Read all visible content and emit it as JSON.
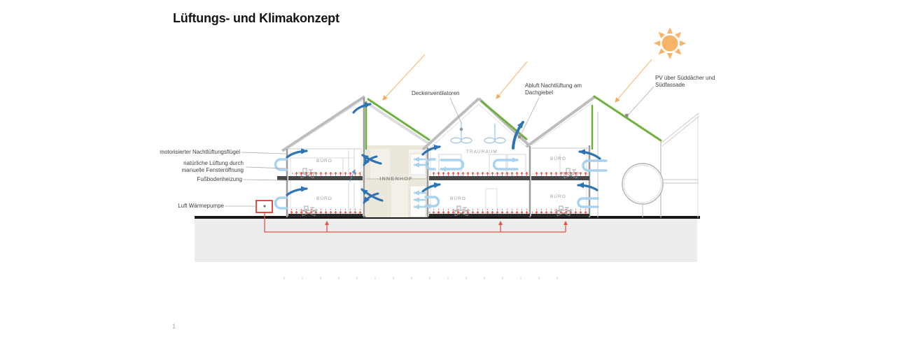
{
  "title": "Lüftungs- und Klimakonzept",
  "page_number": "1",
  "annotations": {
    "deckenventilatoren": "Deckenventilatoren",
    "abluft_line1": "Abluft Nachtlüftung am",
    "abluft_line2": "Dachgiebel",
    "pv_line1": "PV über Süddächer und",
    "pv_line2": "Südfassade",
    "motorisiert": "motorisierter Nachtlüftungsflügel",
    "natuerlich_line1": "natürliche Lüftung durch",
    "natuerlich_line2": "manuelle Fensteröffnung",
    "fussbodenheizung": "Fußbodenheizung",
    "waermepumpe": "Luft Wärmepumpe"
  },
  "rooms": {
    "buero": "BÜRO",
    "trauraum": "TRAURAUM",
    "innenhof": "INNENHOF"
  },
  "colors": {
    "airflow_blue": "#2e74b5",
    "airflow_light_blue": "#a9d2ee",
    "pv_green": "#6fb03f",
    "sun_orange": "#f7b469",
    "heating_red": "#e2554a",
    "ground_gray": "#ededed"
  },
  "icons": {
    "sun": "sun-icon",
    "ceiling_fan": "ceiling-fan-icon",
    "heat_pump": "heat-pump-box"
  }
}
